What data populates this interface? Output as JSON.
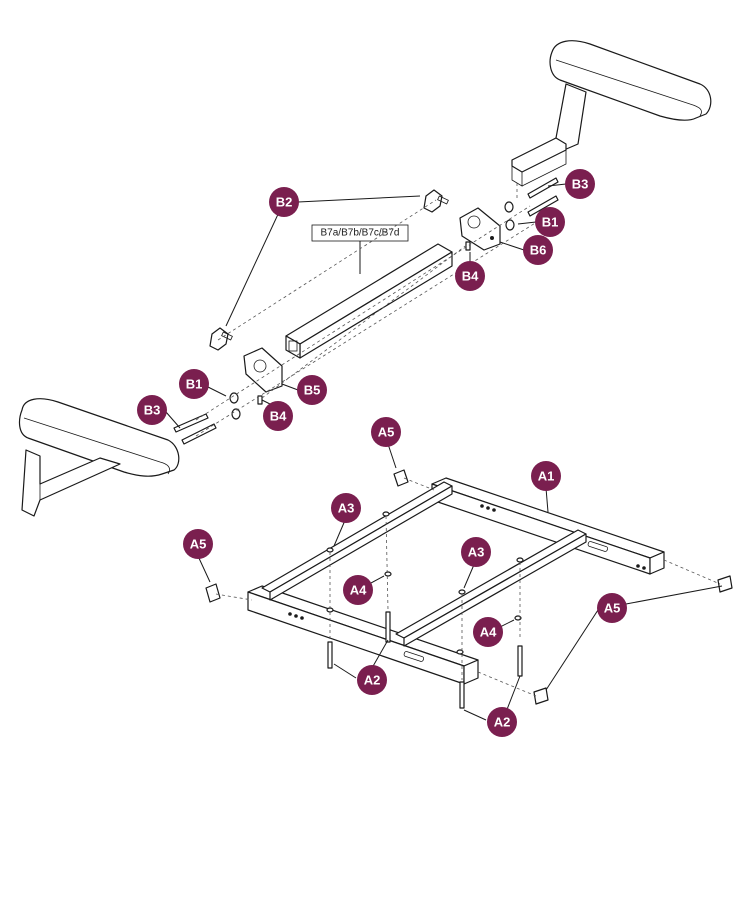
{
  "colors": {
    "callout_fill": "#7a1f4f",
    "callout_text": "#ffffff",
    "line": "#1a1a1a"
  },
  "callouts": {
    "B2": "B2",
    "B3_top": "B3",
    "B1_top": "B1",
    "B6": "B6",
    "B4_top": "B4",
    "B1_left": "B1",
    "B3_left": "B3",
    "B5": "B5",
    "B4_left": "B4",
    "A5_top": "A5",
    "A1": "A1",
    "A3_left": "A3",
    "A3_right": "A3",
    "A4_left": "A4",
    "A4_right": "A4",
    "A5_left": "A5",
    "A5_right": "A5",
    "A2_left": "A2",
    "A2_right": "A2"
  },
  "box_label": "B7a/B7b/B7c/B7d"
}
